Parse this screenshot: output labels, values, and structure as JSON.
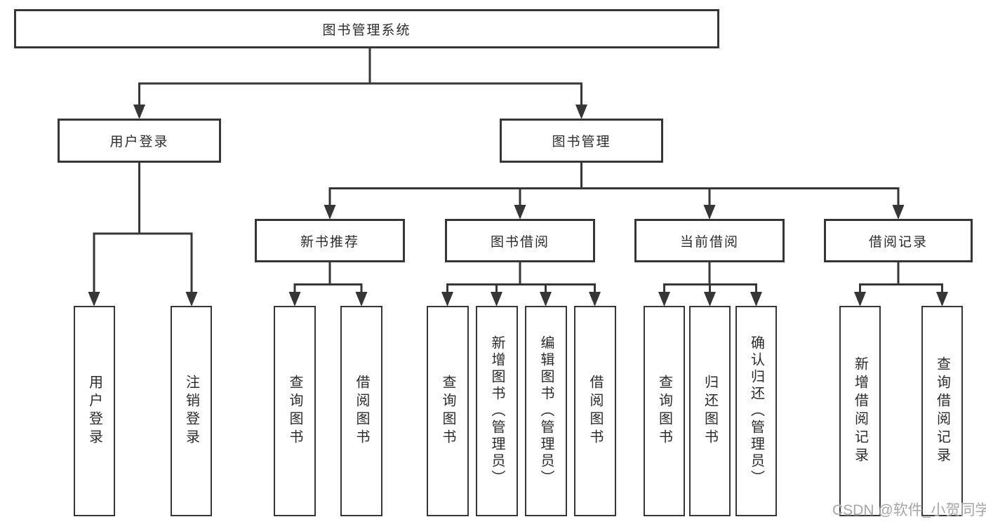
{
  "nodes": {
    "root": "图书管理系统",
    "user_login_group": "用户登录",
    "book_mgmt": "图书管理",
    "new_book_rec": "新书推荐",
    "book_borrow": "图书借阅",
    "current_borrow": "当前借阅",
    "borrow_record": "借阅记录",
    "leaf_user_login": "用户登录",
    "leaf_logout": "注销登录",
    "leaf_query_book_rec": "查询图书",
    "leaf_borrow_book_rec": "借阅图书",
    "leaf_query_book_borrow": "查询图书",
    "leaf_add_book_admin": "新增图书（管理员）",
    "leaf_edit_book_admin": "编辑图书（管理员）",
    "leaf_borrow_book_borrow": "借阅图书",
    "leaf_query_book_current": "查询图书",
    "leaf_return_book": "归还图书",
    "leaf_confirm_return_admin": "确认归还（管理员）",
    "leaf_add_borrow_record": "新增借阅记录",
    "leaf_query_borrow_record": "查询借阅记录"
  },
  "watermark": "CSDN @软件_小贺同学",
  "colors": {
    "line": "#363636",
    "box_border": "#363636",
    "text": "#2b2b2b",
    "watermark": "#a6a6a6",
    "background": "#ffffff"
  }
}
